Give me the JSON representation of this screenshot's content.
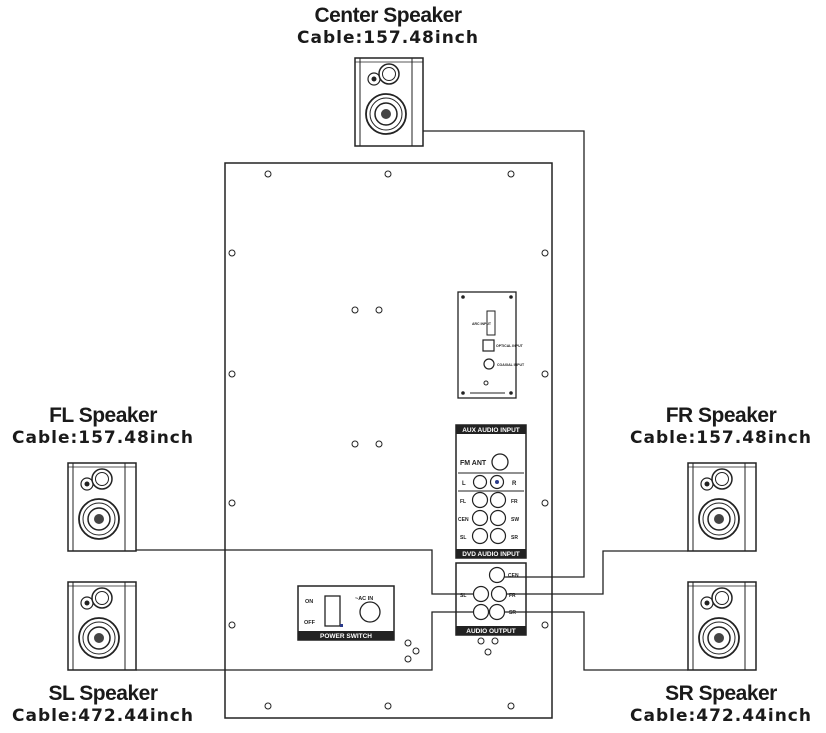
{
  "speakers": {
    "center": {
      "name": "Center Speaker",
      "cable": "Cable:157.48inch"
    },
    "fl": {
      "name": "FL Speaker",
      "cable": "Cable:157.48inch"
    },
    "fr": {
      "name": "FR Speaker",
      "cable": "Cable:157.48inch"
    },
    "sl": {
      "name": "SL Speaker",
      "cable": "Cable:472.44inch"
    },
    "sr": {
      "name": "SR Speaker",
      "cable": "Cable:472.44inch"
    }
  },
  "panel": {
    "input_panel": {
      "arc": "ARC INPUT",
      "optical": "OPTICAL INPUT",
      "coaxial": "COAXIAL INPUT"
    },
    "aux": {
      "header": "AUX AUDIO INPUT",
      "fm": "FM ANT",
      "l": "L",
      "r": "R",
      "fl": "FL",
      "fr": "FR",
      "cen": "CEN",
      "sw": "SW",
      "sl": "SL",
      "sr": "SR",
      "footer": "DVD AUDIO INPUT"
    },
    "output": {
      "cen": "CEN",
      "sl": "SL",
      "fr": "FR",
      "sr": "SR",
      "footer": "AUDIO OUTPUT"
    },
    "power": {
      "on": "ON",
      "off": "OFF",
      "ac": "~AC IN",
      "footer": "POWER SWITCH"
    }
  }
}
